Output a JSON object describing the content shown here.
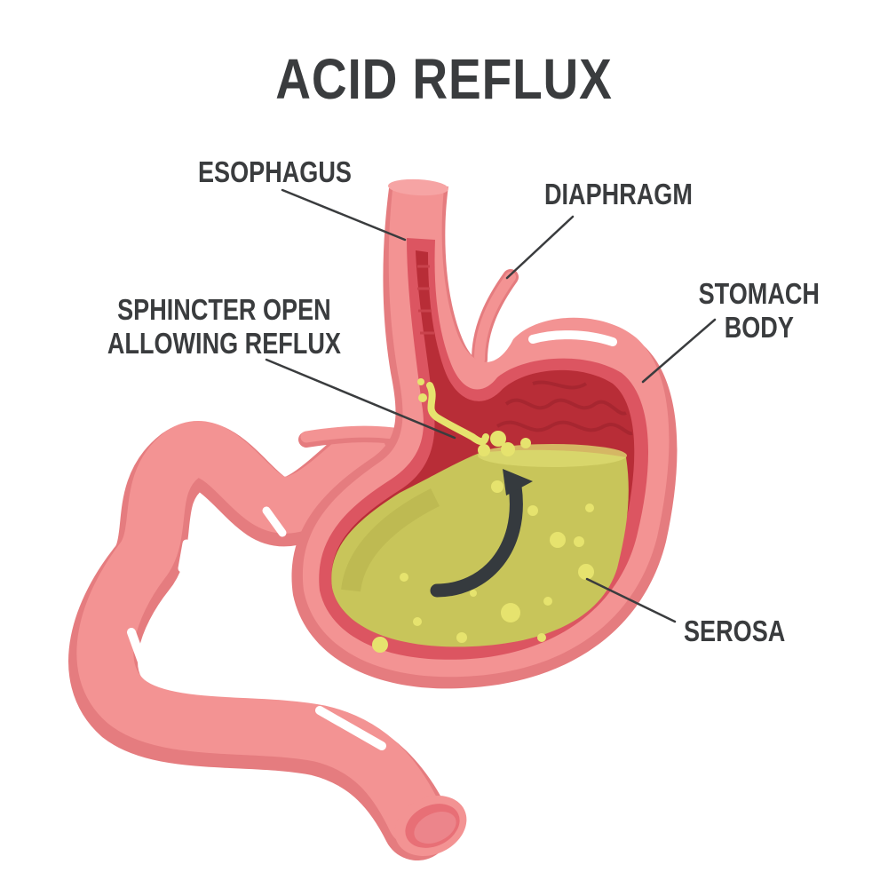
{
  "title": "ACID REFLUX",
  "labels": {
    "esophagus": "ESOPHAGUS",
    "diaphragm": "DIAPHRAGM",
    "sphincter": "SPHINCTER OPEN\nALLOWING REFLUX",
    "stomach_body": "STOMACH\nBODY",
    "serosa": "SEROSA"
  },
  "icons": {
    "reflux_arrow": "curved-up-arrow"
  },
  "colors": {
    "text": "#3a3c3e",
    "outer_pink": "#f39393",
    "outer_pink_shadow": "#e57c7f",
    "muscle_red": "#dc5561",
    "inner_red": "#b82d37",
    "acid_fill": "#c8c55a",
    "acid_bubble": "#e6e36e",
    "arrow": "#353a3e",
    "highlight": "#ffffff"
  }
}
